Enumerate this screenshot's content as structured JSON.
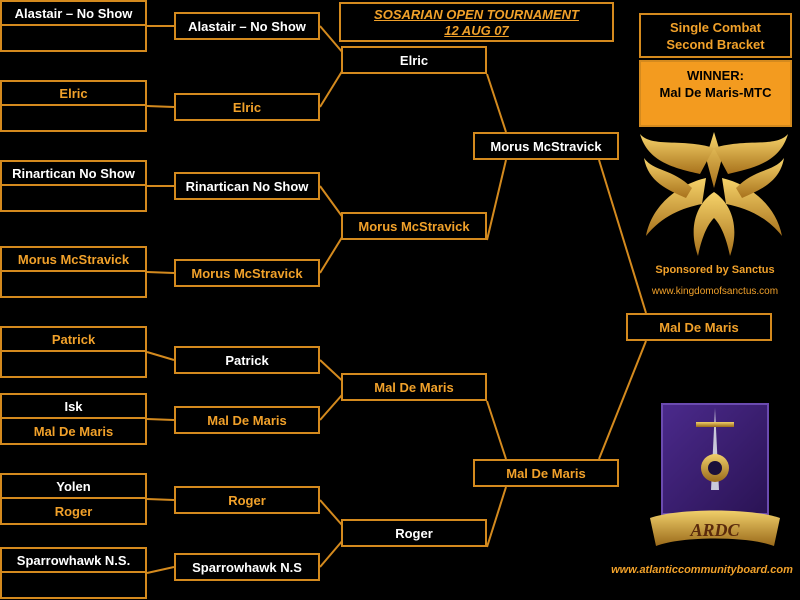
{
  "header": {
    "title_line1": "SOSARIAN OPEN TOURNAMENT",
    "title_line2": "12 AUG 07"
  },
  "info": {
    "line1": "Single Combat",
    "line2": "Second Bracket"
  },
  "winner": {
    "label": "WINNER:",
    "name": "Mal De Maris-MTC"
  },
  "sponsor": {
    "text": "Sponsored by Sanctus",
    "url": "www.kingdomofsanctus.com"
  },
  "footer": {
    "url": "www.atlanticcommunityboard.com"
  },
  "logo": {
    "shield_text": "ARDC"
  },
  "colors": {
    "accent": "#d48a1e",
    "highlight": "#f1a12a",
    "winner_bg": "#f39b1f",
    "background": "#000000",
    "text": "#ffffff"
  },
  "bracket": {
    "entrants": [
      {
        "top": "Alastair – No Show",
        "top_color": "white",
        "bottom": "",
        "bottom_color": "white"
      },
      {
        "top": "Elric",
        "top_color": "orange",
        "bottom": "",
        "bottom_color": "white"
      },
      {
        "top": "Rinartican No Show",
        "top_color": "white",
        "bottom": "",
        "bottom_color": "white"
      },
      {
        "top": "Morus McStravick",
        "top_color": "orange",
        "bottom": "",
        "bottom_color": "white"
      },
      {
        "top": "Patrick",
        "top_color": "orange",
        "bottom": "",
        "bottom_color": "white"
      },
      {
        "top": "Isk",
        "top_color": "white",
        "bottom": "Mal De Maris",
        "bottom_color": "orange"
      },
      {
        "top": "Yolen",
        "top_color": "white",
        "bottom": "Roger",
        "bottom_color": "orange"
      },
      {
        "top": "Sparrowhawk N.S.",
        "top_color": "white",
        "bottom": "",
        "bottom_color": "white"
      }
    ],
    "round1": [
      {
        "name": "Alastair – No Show",
        "color": "white"
      },
      {
        "name": "Elric",
        "color": "orange"
      },
      {
        "name": "Rinartican No Show",
        "color": "white"
      },
      {
        "name": "Morus McStravick",
        "color": "orange"
      },
      {
        "name": "Patrick",
        "color": "white"
      },
      {
        "name": "Mal De Maris",
        "color": "orange"
      },
      {
        "name": "Roger",
        "color": "orange"
      },
      {
        "name": "Sparrowhawk N.S",
        "color": "white"
      }
    ],
    "round2": [
      {
        "name": "Elric",
        "color": "white"
      },
      {
        "name": "Morus McStravick",
        "color": "orange"
      },
      {
        "name": "Mal De Maris",
        "color": "orange"
      },
      {
        "name": "Roger",
        "color": "white"
      }
    ],
    "round3": [
      {
        "name": "Morus McStravick",
        "color": "white"
      },
      {
        "name": "Mal De Maris",
        "color": "orange"
      }
    ],
    "final": {
      "name": "Mal De Maris",
      "color": "orange"
    }
  }
}
